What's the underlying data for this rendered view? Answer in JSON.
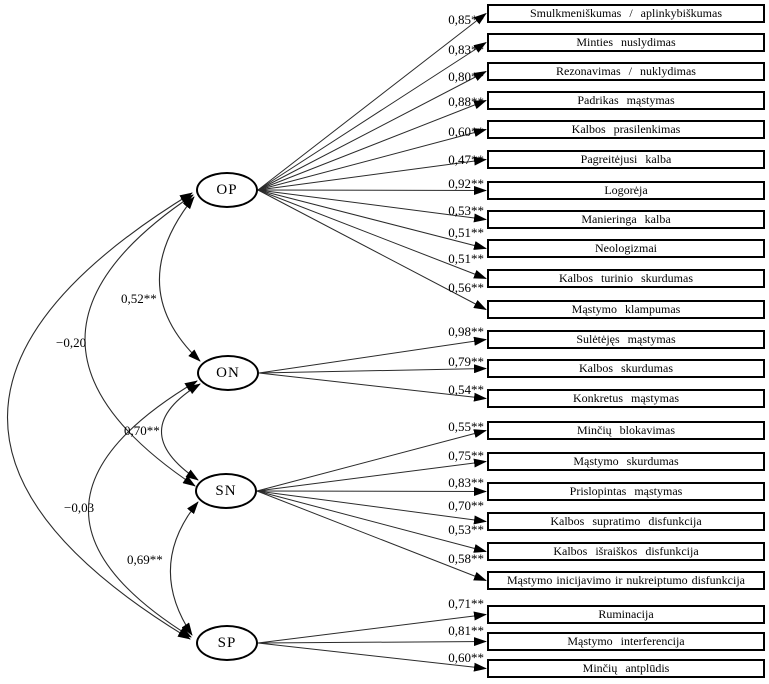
{
  "diagram": {
    "type": "sem-path-diagram",
    "colors": {
      "line": "#000000",
      "background": "#ffffff"
    },
    "latents": [
      {
        "id": "OP",
        "label": "OP"
      },
      {
        "id": "ON",
        "label": "ON"
      },
      {
        "id": "SN",
        "label": "SN"
      },
      {
        "id": "SP",
        "label": "SP"
      }
    ],
    "indicators": [
      {
        "latent": "OP",
        "coef": "0,85**",
        "label": "Smulkmeniškumas / aplinkybiškumas"
      },
      {
        "latent": "OP",
        "coef": "0,83**",
        "label": "Minties nuslydimas"
      },
      {
        "latent": "OP",
        "coef": "0,80**",
        "label": "Rezonavimas / nuklydimas"
      },
      {
        "latent": "OP",
        "coef": "0,88**",
        "label": "Padrikas mąstymas"
      },
      {
        "latent": "OP",
        "coef": "0,60**",
        "label": "Kalbos prasilenkimas"
      },
      {
        "latent": "OP",
        "coef": "0,47**",
        "label": "Pagreitėjusi kalba"
      },
      {
        "latent": "OP",
        "coef": "0,92**",
        "label": "Logorėja"
      },
      {
        "latent": "OP",
        "coef": "0,53**",
        "label": "Manieringa kalba"
      },
      {
        "latent": "OP",
        "coef": "0,51**",
        "label": "Neologizmai"
      },
      {
        "latent": "OP",
        "coef": "0,51**",
        "label": "Kalbos turinio skurdumas"
      },
      {
        "latent": "OP",
        "coef": "0,56**",
        "label": "Mąstymo klampumas"
      },
      {
        "latent": "ON",
        "coef": "0,98**",
        "label": "Sulėtėjęs mąstymas"
      },
      {
        "latent": "ON",
        "coef": "0,79**",
        "label": "Kalbos skurdumas"
      },
      {
        "latent": "ON",
        "coef": "0,54**",
        "label": "Konkretus mąstymas"
      },
      {
        "latent": "SN",
        "coef": "0,55**",
        "label": "Minčių blokavimas"
      },
      {
        "latent": "SN",
        "coef": "0,75**",
        "label": "Mąstymo skurdumas"
      },
      {
        "latent": "SN",
        "coef": "0,83**",
        "label": "Prislopintas mąstymas"
      },
      {
        "latent": "SN",
        "coef": "0,70**",
        "label": "Kalbos supratimo disfunkcija"
      },
      {
        "latent": "SN",
        "coef": "0,53**",
        "label": "Kalbos išraiškos disfunkcija"
      },
      {
        "latent": "SN",
        "coef": "0,58**",
        "label": "Mąstymo inicijavimo ir nukreiptumo disfunkcija"
      },
      {
        "latent": "SP",
        "coef": "0,71**",
        "label": "Ruminacija"
      },
      {
        "latent": "SP",
        "coef": "0,81**",
        "label": "Mąstymo interferencija"
      },
      {
        "latent": "SP",
        "coef": "0,60**",
        "label": "Minčių antplūdis"
      }
    ],
    "covariances": [
      {
        "pair": "OP–ON",
        "value": "0,52**"
      },
      {
        "pair": "OP–SN",
        "value": "−0,20"
      },
      {
        "pair": "ON–SN",
        "value": "0,70**"
      },
      {
        "pair": "ON–SP",
        "value": "−0,03"
      },
      {
        "pair": "SN–SP",
        "value": "0,69**"
      }
    ]
  }
}
